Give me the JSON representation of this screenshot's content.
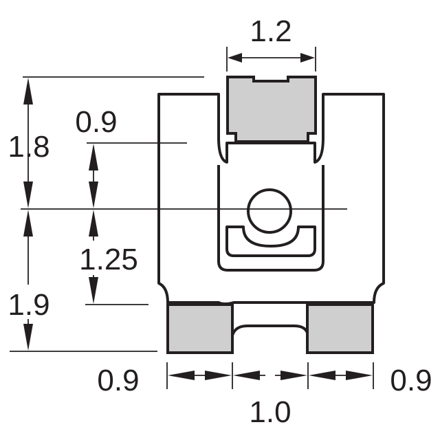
{
  "diagram": {
    "colors": {
      "line": "#231f20",
      "pad_fill": "#cfcfcf",
      "background": "#ffffff"
    },
    "dimensions": {
      "top_tab_width": "1.2",
      "upper_height": "1.8",
      "tab_to_center": "0.9",
      "center_to_pads": "1.25",
      "lower_height": "1.9",
      "left_pad_width": "0.9",
      "pad_gap": "1.0",
      "right_pad_width": "0.9"
    }
  }
}
